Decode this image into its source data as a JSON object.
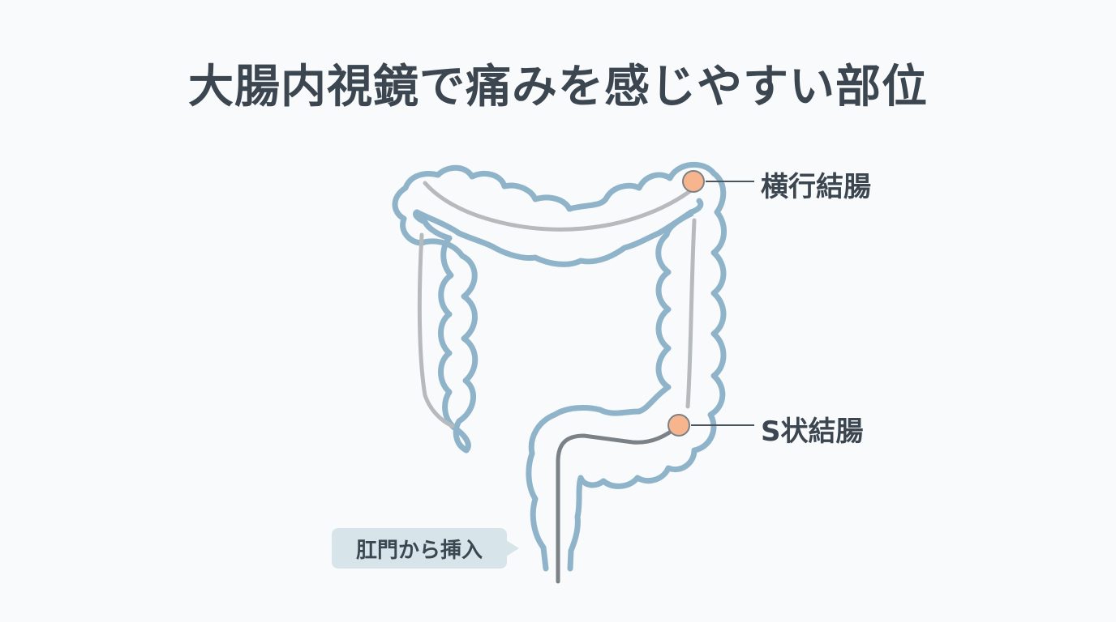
{
  "title": "大腸内視鏡で痛みを感じやすい部位",
  "labels": {
    "transverse_colon": "横行結腸",
    "sigmoid_colon": "S状結腸"
  },
  "callout": {
    "insertion": "肛門から挿入"
  },
  "colors": {
    "colon_outline": "#8fb4c9",
    "scope_path": "#b7babd",
    "scope_tube": "#7b8287",
    "pain_point": "#f7b58e",
    "text": "#3b4650",
    "callout_bg": "#d7e4ea"
  }
}
